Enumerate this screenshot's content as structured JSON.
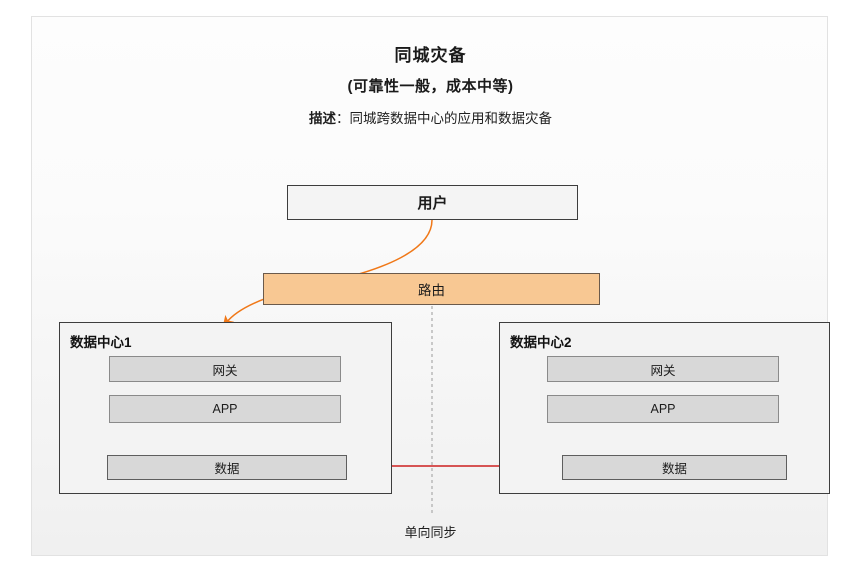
{
  "header": {
    "title": "同城灾备",
    "subtitle": "(可靠性一般，成本中等)",
    "desc_label": "描述",
    "desc_sep": "：",
    "desc_text": "同城跨数据中心的应用和数据灾备"
  },
  "nodes": {
    "user": "用户",
    "route": "路由"
  },
  "datacenters": [
    {
      "title": "数据中心1",
      "gateway": "网关",
      "app": "APP",
      "data": "数据"
    },
    {
      "title": "数据中心2",
      "gateway": "网关",
      "app": "APP",
      "data": "数据"
    }
  ],
  "footer": {
    "sync_label": "单向同步"
  },
  "colors": {
    "route_fill": "#f8c893",
    "route_border": "#6b5a4b",
    "inner_fill": "#d8d8d8",
    "inner_border": "#8a8a8a",
    "box_border": "#3d3d3d",
    "arrow_orange": "#f07818",
    "arrow_red": "#cc1f1f",
    "divider_gray": "#b5b5b5",
    "canvas_bg": "#f4f4f4"
  }
}
